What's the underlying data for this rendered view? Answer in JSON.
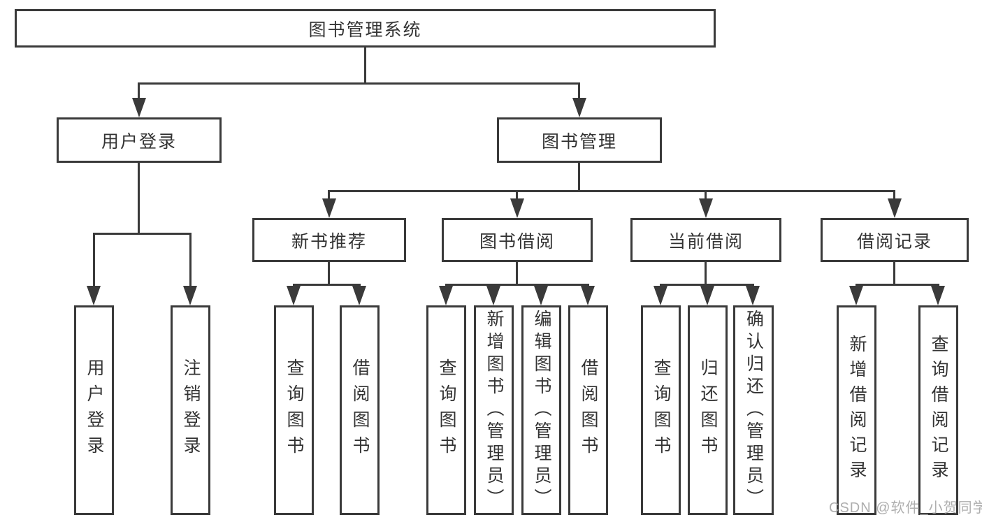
{
  "nodes": {
    "root": "图书管理系统",
    "user_login": "用户登录",
    "book_mgmt": "图书管理",
    "new_books": "新书推荐",
    "book_borrow": "图书借阅",
    "current_borrow": "当前借阅",
    "borrow_records": "借阅记录"
  },
  "leaves": [
    {
      "label": "用户登录"
    },
    {
      "label": "注销登录"
    },
    {
      "label": "查询图书"
    },
    {
      "label": "借阅图书"
    },
    {
      "label": "查询图书"
    },
    {
      "label": "新增图书（管理员）"
    },
    {
      "label": "编辑图书（管理员）"
    },
    {
      "label": "借阅图书"
    },
    {
      "label": "查询图书"
    },
    {
      "label": "归还图书"
    },
    {
      "label": "确认归还（管理员）"
    },
    {
      "label": "新增借阅记录"
    },
    {
      "label": "查询借阅记录"
    }
  ],
  "watermark": "CSDN @软件_小贺同学",
  "colors": {
    "line": "#3a3a3a",
    "text": "#333333",
    "watermark": "#a5a5a5",
    "background": "#ffffff"
  }
}
